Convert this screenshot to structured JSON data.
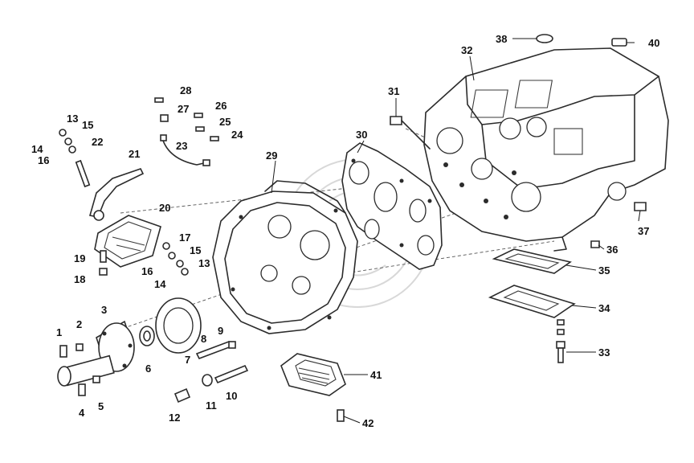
{
  "callouts": [
    {
      "id": "c1",
      "label": "1"
    },
    {
      "id": "c2",
      "label": "2"
    },
    {
      "id": "c3",
      "label": "3"
    },
    {
      "id": "c4",
      "label": "4"
    },
    {
      "id": "c5",
      "label": "5"
    },
    {
      "id": "c6",
      "label": "6"
    },
    {
      "id": "c7",
      "label": "7"
    },
    {
      "id": "c8",
      "label": "8"
    },
    {
      "id": "c9",
      "label": "9"
    },
    {
      "id": "c10",
      "label": "10"
    },
    {
      "id": "c11",
      "label": "11"
    },
    {
      "id": "c12",
      "label": "12"
    },
    {
      "id": "c13a",
      "label": "13"
    },
    {
      "id": "c13b",
      "label": "13"
    },
    {
      "id": "c14a",
      "label": "14"
    },
    {
      "id": "c14b",
      "label": "14"
    },
    {
      "id": "c15a",
      "label": "15"
    },
    {
      "id": "c15b",
      "label": "15"
    },
    {
      "id": "c16a",
      "label": "16"
    },
    {
      "id": "c16b",
      "label": "16"
    },
    {
      "id": "c17",
      "label": "17"
    },
    {
      "id": "c18",
      "label": "18"
    },
    {
      "id": "c19",
      "label": "19"
    },
    {
      "id": "c20",
      "label": "20"
    },
    {
      "id": "c21",
      "label": "21"
    },
    {
      "id": "c22",
      "label": "22"
    },
    {
      "id": "c23",
      "label": "23"
    },
    {
      "id": "c24",
      "label": "24"
    },
    {
      "id": "c25",
      "label": "25"
    },
    {
      "id": "c26",
      "label": "26"
    },
    {
      "id": "c27",
      "label": "27"
    },
    {
      "id": "c28",
      "label": "28"
    },
    {
      "id": "c29",
      "label": "29"
    },
    {
      "id": "c30",
      "label": "30"
    },
    {
      "id": "c31",
      "label": "31"
    },
    {
      "id": "c32",
      "label": "32"
    },
    {
      "id": "c33",
      "label": "33"
    },
    {
      "id": "c34",
      "label": "34"
    },
    {
      "id": "c35",
      "label": "35"
    },
    {
      "id": "c36",
      "label": "36"
    },
    {
      "id": "c37",
      "label": "37"
    },
    {
      "id": "c38",
      "label": "38"
    },
    {
      "id": "c40",
      "label": "40"
    },
    {
      "id": "c41",
      "label": "41"
    },
    {
      "id": "c42",
      "label": "42"
    }
  ]
}
